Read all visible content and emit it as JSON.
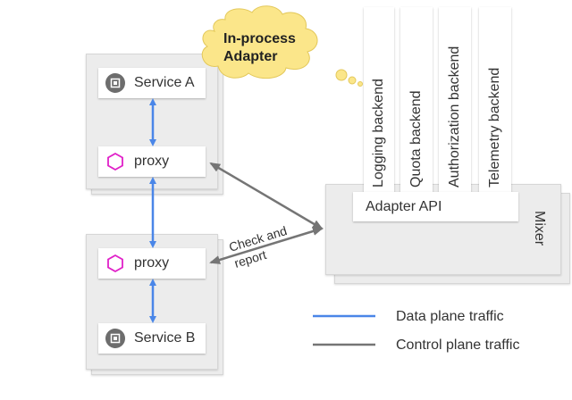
{
  "cloud": {
    "line1": "In-process",
    "line2": "Adapter",
    "fill": "#fbe68a"
  },
  "pod_a": {
    "service": {
      "label": "Service A",
      "icon": "chip-icon"
    },
    "proxy": {
      "label": "proxy",
      "icon": "hexagon-icon"
    }
  },
  "pod_b": {
    "proxy": {
      "label": "proxy",
      "icon": "hexagon-icon"
    },
    "service": {
      "label": "Service B",
      "icon": "chip-icon"
    }
  },
  "mixer": {
    "label": "Mixer",
    "adapter_api": "Adapter API",
    "backends": [
      "Logging backend",
      "Quota backend",
      "Authorization backend",
      "Telemetry backend"
    ]
  },
  "arrows": {
    "check_label_line1": "Check and",
    "check_label_line2": "report"
  },
  "legend": {
    "items": [
      {
        "label": "Data plane traffic",
        "color": "#4a86e8"
      },
      {
        "label": "Control plane traffic",
        "color": "#757575"
      }
    ]
  },
  "colors": {
    "data_plane": "#4a86e8",
    "control_plane": "#757575",
    "proxy_icon": "#e020c8"
  }
}
